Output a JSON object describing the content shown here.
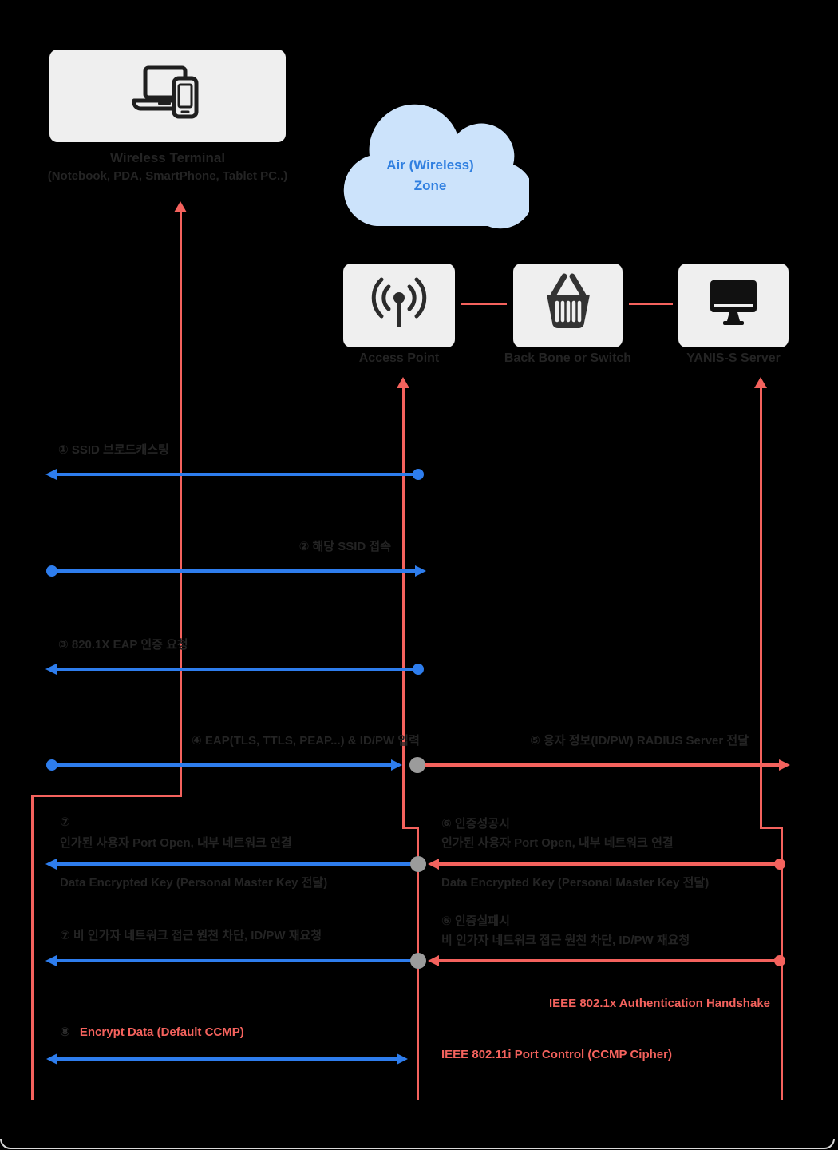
{
  "palette": {
    "background": "#000000",
    "arrow_blue": "#2e7ded",
    "arrow_red": "#f4625d",
    "node_box_bg": "#efefef",
    "cloud_bg": "#cce3fb",
    "cloud_text": "#2f7fe0",
    "dark_label": "#242424",
    "gray_dot": "#9b9b9b"
  },
  "nodes": {
    "terminal": {
      "title": "Wireless Terminal",
      "subtitle": "(Notebook, PDA, SmartPhone, Tablet PC..)",
      "icon": "laptop-phone-icon"
    },
    "cloud": {
      "line1": "Air (Wireless)",
      "line2": "Zone"
    },
    "access_point": {
      "label": "Access Point",
      "icon": "antenna-icon"
    },
    "backbone": {
      "label": "Back Bone or Switch",
      "icon": "basket-icon"
    },
    "server": {
      "label": "YANIS-S Server",
      "icon": "monitor-icon"
    }
  },
  "messages": {
    "m1": {
      "label": "① SSID 브로드캐스팅",
      "direction": "ap-to-terminal",
      "color": "blue"
    },
    "m2": {
      "label": "② 해당 SSID 접속",
      "direction": "terminal-to-ap",
      "color": "blue"
    },
    "m3": {
      "label": "③ 820.1X EAP 인증 요청",
      "direction": "ap-to-terminal",
      "color": "blue"
    },
    "m4": {
      "label": "④ EAP(TLS, TTLS, PEAP...) & ID/PW 입력",
      "direction": "terminal-to-ap",
      "color": "blue"
    },
    "m5": {
      "label": "⑤ 용자 정보(ID/PW) RADIUS Server 전달",
      "direction": "ap-to-server",
      "color": "red"
    },
    "m7_port_open": {
      "num": "⑦",
      "line1": "인가된 사용자  Port Open, 내부 네트워크 연결",
      "line2": "Data Encrypted Key (Personal Master Key 전달)",
      "direction": "ap-to-terminal",
      "color": "blue"
    },
    "m6_success": {
      "line0": "⑥ 인증성공시",
      "line1": "인가된 사용자  Port Open, 내부 네트워크 연결",
      "line2": "Data Encrypted Key (Personal Master Key 전달)",
      "direction": "server-to-ap",
      "color": "red"
    },
    "m7_block": {
      "label": "⑦ 비 인가자 네트워크 접근 원천 차단, ID/PW 재요청",
      "direction": "ap-to-terminal",
      "color": "blue"
    },
    "m6_fail": {
      "line0": "⑥ 인증실패시",
      "line1": "비 인가자 네트워크 접근 원천 차단, ID/PW 재요청",
      "direction": "server-to-ap",
      "color": "red"
    },
    "m8": {
      "num": "⑧",
      "label": "Encrypt Data (Default CCMP)",
      "direction": "terminal-ap-both",
      "color": "blue"
    }
  },
  "captions": {
    "handshake": "IEEE 802.1x Authentication Handshake",
    "port_control": "IEEE 802.11i Port Control (CCMP Cipher)"
  }
}
